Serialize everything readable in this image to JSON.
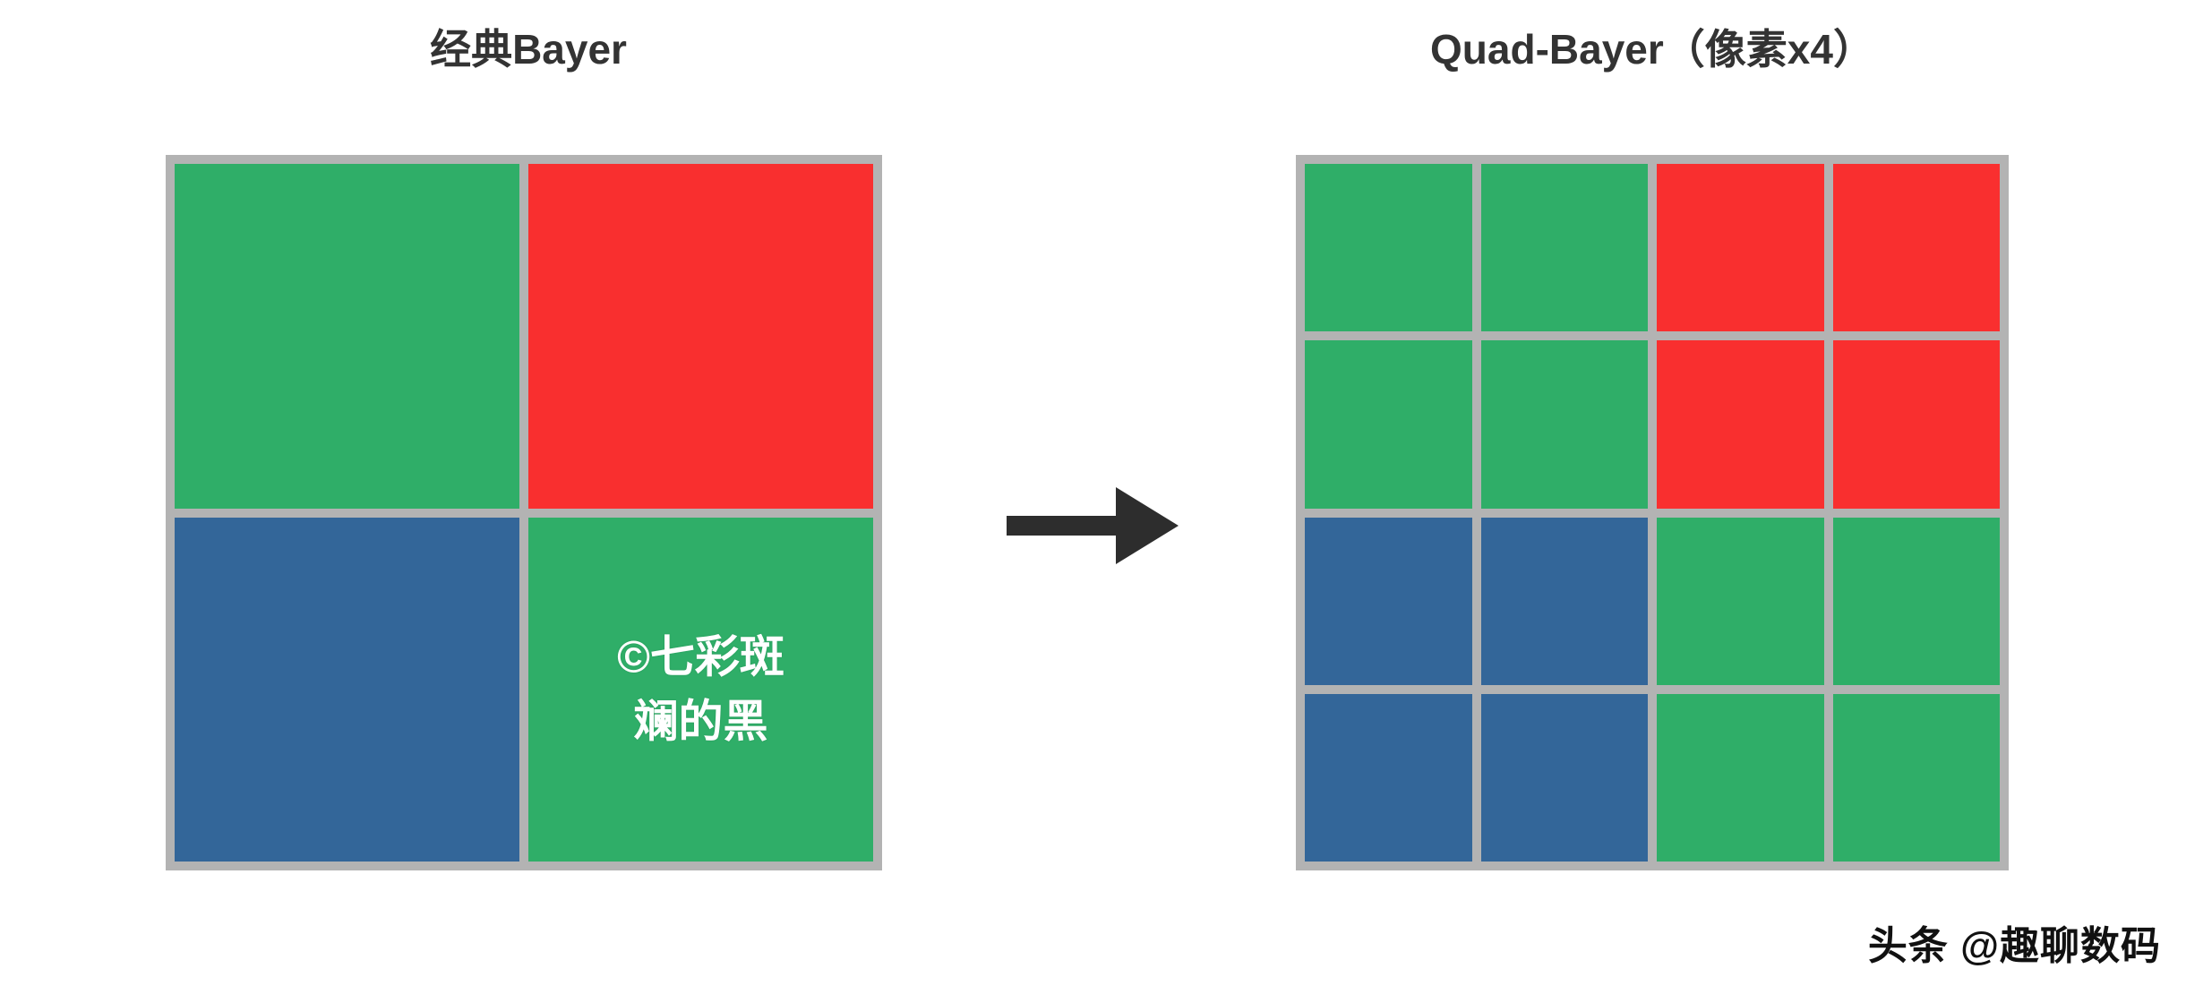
{
  "figure": {
    "background_color": "#ffffff",
    "arrow_glyph": "→",
    "arrow_color": "#2d2d2d"
  },
  "palette": {
    "green": "#2fae68",
    "red": "#f92f2f",
    "blue": "#336699",
    "grid_line": "#b3b3b3",
    "title_color": "#333333",
    "watermark_color": "#ffffff"
  },
  "panels": {
    "left": {
      "title": "经典Bayer",
      "grid": {
        "type": "bayer",
        "rows": 2,
        "cols": 2,
        "cells": [
          {
            "color_name": "green",
            "color": "#2fae68"
          },
          {
            "color_name": "red",
            "color": "#f92f2f"
          },
          {
            "color_name": "blue",
            "color": "#336699"
          },
          {
            "color_name": "green",
            "color": "#2fae68"
          }
        ]
      },
      "watermark": {
        "line1": "©七彩斑",
        "line2": "斓的黑",
        "cell_index": 3
      }
    },
    "right": {
      "title": "Quad-Bayer（像素x4）",
      "grid": {
        "type": "quad-bayer",
        "rows": 4,
        "cols": 4,
        "cells": [
          {
            "color_name": "green",
            "color": "#2fae68"
          },
          {
            "color_name": "green",
            "color": "#2fae68"
          },
          {
            "color_name": "red",
            "color": "#f92f2f"
          },
          {
            "color_name": "red",
            "color": "#f92f2f"
          },
          {
            "color_name": "green",
            "color": "#2fae68"
          },
          {
            "color_name": "green",
            "color": "#2fae68"
          },
          {
            "color_name": "red",
            "color": "#f92f2f"
          },
          {
            "color_name": "red",
            "color": "#f92f2f"
          },
          {
            "color_name": "blue",
            "color": "#336699"
          },
          {
            "color_name": "blue",
            "color": "#336699"
          },
          {
            "color_name": "green",
            "color": "#2fae68"
          },
          {
            "color_name": "green",
            "color": "#2fae68"
          },
          {
            "color_name": "blue",
            "color": "#336699"
          },
          {
            "color_name": "blue",
            "color": "#336699"
          },
          {
            "color_name": "green",
            "color": "#2fae68"
          },
          {
            "color_name": "green",
            "color": "#2fae68"
          }
        ]
      }
    }
  },
  "attribution": "头条 @趣聊数码"
}
